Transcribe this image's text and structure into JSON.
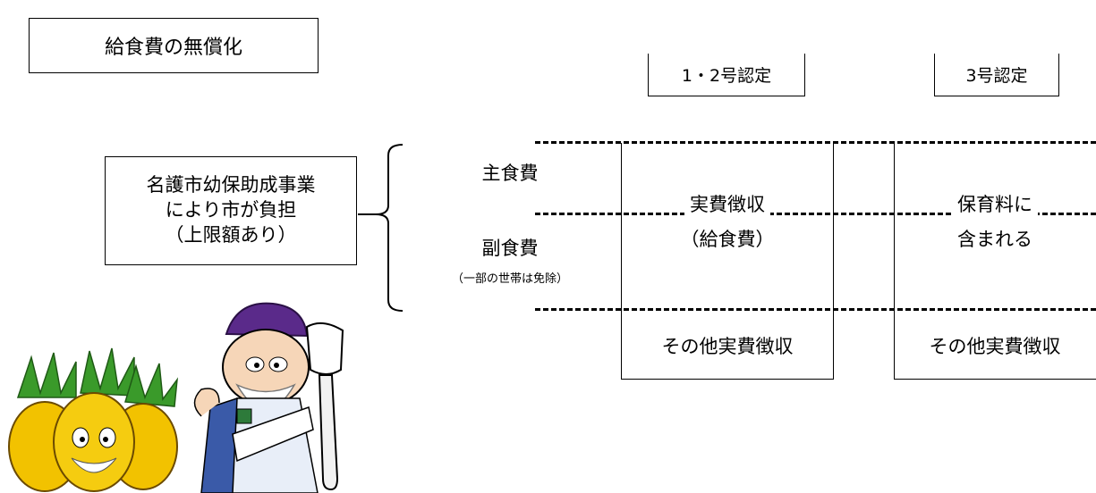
{
  "title_box": "給食費の無償化",
  "header_12": "1・2号認定",
  "header_3": "3号認定",
  "left_box": [
    "名護市幼保助成事業",
    "により市が負担",
    "（上限額あり）"
  ],
  "staple_label": "主食費",
  "side_label": "副食費",
  "side_note": "（一部の世帯は免除）",
  "col12_main": [
    "実費徴収",
    "（給食費）"
  ],
  "col3_main": [
    "保育料に",
    "含まれる"
  ],
  "other_12": "その他実費徴収",
  "other_3": "その他実費徴収",
  "colors": {
    "line": "#000000",
    "pineapple": "#f2c200",
    "leaf": "#3a9a2a",
    "mascot_hat": "#5a2a8a"
  }
}
